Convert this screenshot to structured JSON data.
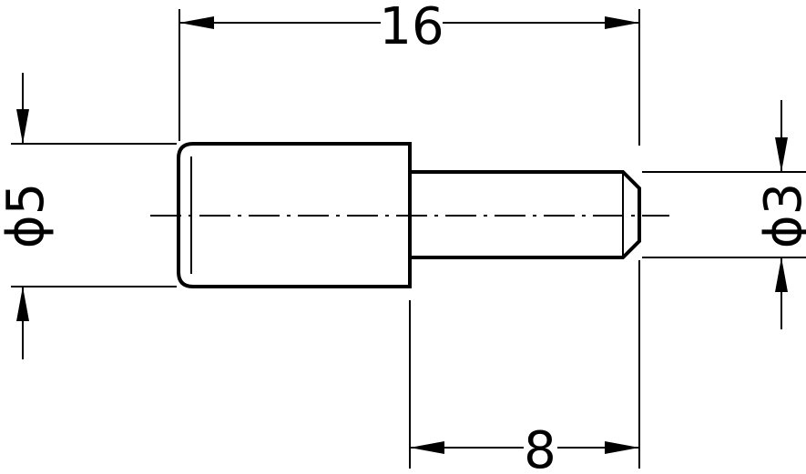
{
  "dimensions": {
    "overall_length": "16",
    "small_length": "8",
    "large_diameter": "ϕ5",
    "small_diameter": "ϕ3"
  }
}
